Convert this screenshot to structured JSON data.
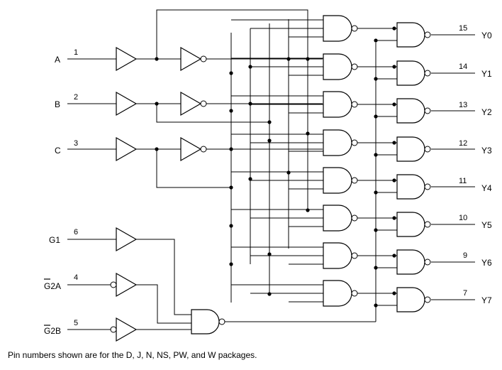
{
  "inputs": [
    {
      "label": "A",
      "pin": "1",
      "overbar": false
    },
    {
      "label": "B",
      "pin": "2",
      "overbar": false
    },
    {
      "label": "C",
      "pin": "3",
      "overbar": false
    },
    {
      "label": "G1",
      "pin": "6",
      "overbar": false
    },
    {
      "label": "G2A",
      "pin": "4",
      "overbar": true
    },
    {
      "label": "G2B",
      "pin": "5",
      "overbar": true
    }
  ],
  "outputs": [
    {
      "label": "Y0",
      "pin": "15"
    },
    {
      "label": "Y1",
      "pin": "14"
    },
    {
      "label": "Y2",
      "pin": "13"
    },
    {
      "label": "Y3",
      "pin": "12"
    },
    {
      "label": "Y4",
      "pin": "11"
    },
    {
      "label": "Y5",
      "pin": "10"
    },
    {
      "label": "Y6",
      "pin": "9"
    },
    {
      "label": "Y7",
      "pin": "7"
    }
  ],
  "footnote": "Pin numbers shown are for the D, J, N, NS, PW, and W packages."
}
